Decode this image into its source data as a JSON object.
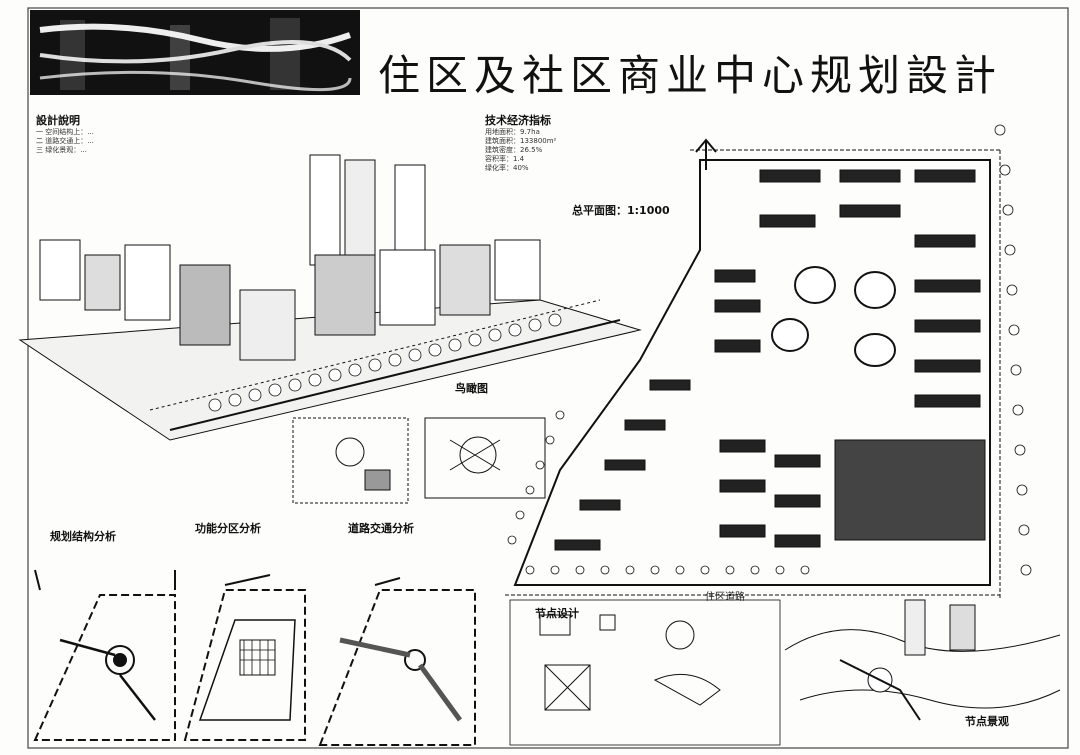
{
  "title": "住区及社区商业中心规划設計",
  "design_notes": {
    "heading": "設計說明",
    "lines": [
      "一 空间结构上：...",
      "二 道路交通上：...",
      "三 绿化景观：..."
    ]
  },
  "tech_indicators": {
    "heading": "技术经济指标",
    "lines": [
      "用地面积：9.7ha",
      "建筑面积：133800m²",
      "建筑密度：26.5%",
      "容积率：1.4",
      "绿化率：40%"
    ]
  },
  "master_plan_label": "总平面图：1:1000",
  "aerial_label": "鸟瞰图",
  "analysis": {
    "structure": "规划结构分析",
    "function": "功能分区分析",
    "traffic": "道路交通分析"
  },
  "nodes_label": "节点设计",
  "landscape_label": "节点景观",
  "road_label": "住区道路"
}
